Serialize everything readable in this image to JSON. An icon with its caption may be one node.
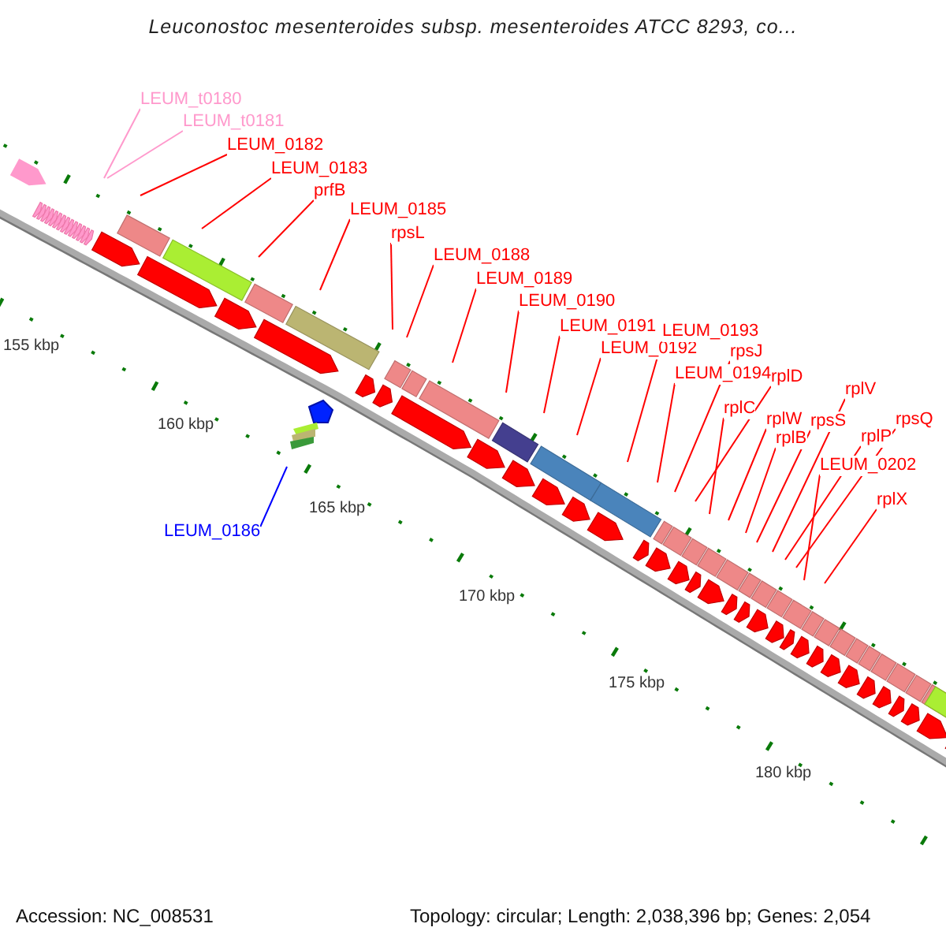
{
  "diagram": {
    "title": "Leuconostoc mesenteroides subsp. mesenteroides ATCC 8293, co...",
    "nodes": [
      {
        "text": [
          "LEUM_t0180"
        ]
      },
      {
        "text": [
          "LEUM_t0181"
        ]
      },
      {
        "text": [
          "LEUM_0182"
        ]
      },
      {
        "text": [
          "LEUM_0183"
        ]
      },
      {
        "text": [
          "prfB"
        ]
      },
      {
        "text": [
          "LEUM_0185"
        ]
      },
      {
        "text": [
          "rpsL"
        ]
      },
      {
        "text": [
          "LEUM_0188"
        ]
      },
      {
        "text": [
          "LEUM_0189"
        ]
      },
      {
        "text": [
          "LEUM_0190"
        ]
      },
      {
        "text": [
          "LEUM_0191"
        ]
      },
      {
        "text": [
          "LEUM_0192"
        ]
      },
      {
        "text": [
          "LEUM_0193"
        ]
      },
      {
        "text": [
          "LEUM_0194"
        ]
      },
      {
        "text": [
          "rpsJ"
        ]
      },
      {
        "text": [
          "rplD"
        ]
      },
      {
        "text": [
          "rplC"
        ]
      },
      {
        "text": [
          "rplW"
        ]
      },
      {
        "text": [
          "rplB"
        ]
      },
      {
        "text": [
          "rpsS"
        ]
      },
      {
        "text": [
          "rplV"
        ]
      },
      {
        "text": [
          "rplP"
        ]
      },
      {
        "text": [
          "rpsQ"
        ]
      },
      {
        "text": [
          "LEUM_0202"
        ]
      },
      {
        "text": [
          "rplX"
        ]
      },
      {
        "text": [
          "LEUM_0186"
        ]
      }
    ],
    "edges": [
      {
        "from": 0,
        "to": null,
        "arrow": "none",
        "color": "#ff99cc"
      },
      {
        "from": 1,
        "to": null,
        "arrow": "none",
        "color": "#ff99cc"
      },
      {
        "from": 2,
        "to": null,
        "arrow": "none"
      },
      {
        "from": 3,
        "to": null,
        "arrow": "none"
      },
      {
        "from": 4,
        "to": null,
        "arrow": "none"
      },
      {
        "from": 5,
        "to": null,
        "arrow": "none"
      },
      {
        "from": 6,
        "to": null,
        "arrow": "none"
      },
      {
        "from": 7,
        "to": null,
        "arrow": "none"
      },
      {
        "from": 8,
        "to": null,
        "arrow": "none"
      },
      {
        "from": 9,
        "to": null,
        "arrow": "none"
      },
      {
        "from": 10,
        "to": null,
        "arrow": "none"
      },
      {
        "from": 11,
        "to": null,
        "arrow": "none"
      },
      {
        "from": 12,
        "to": null,
        "arrow": "none"
      },
      {
        "from": 13,
        "to": null,
        "arrow": "none"
      },
      {
        "from": 14,
        "to": null,
        "arrow": "none"
      },
      {
        "from": 15,
        "to": null,
        "arrow": "none"
      },
      {
        "from": 16,
        "to": null,
        "arrow": "none"
      },
      {
        "from": 17,
        "to": null,
        "arrow": "none"
      },
      {
        "from": 18,
        "to": null,
        "arrow": "none"
      },
      {
        "from": 19,
        "to": null,
        "arrow": "none"
      },
      {
        "from": 20,
        "to": null,
        "arrow": "none"
      },
      {
        "from": 21,
        "to": null,
        "arrow": "none"
      },
      {
        "from": 22,
        "to": null,
        "arrow": "none"
      },
      {
        "from": 23,
        "to": null,
        "arrow": "none"
      },
      {
        "from": 24,
        "to": null,
        "arrow": "none"
      },
      {
        "from": 25,
        "to": null,
        "arrow": "none",
        "color": "#0000ff"
      }
    ],
    "labels": [
      "155 kbp",
      "160 kbp",
      "165 kbp",
      "170 kbp",
      "175 kbp",
      "180 kbp",
      "Accession: NC_008531",
      "Topology: circular; Length: 2,038,396 bp; Genes: 2,054"
    ]
  }
}
